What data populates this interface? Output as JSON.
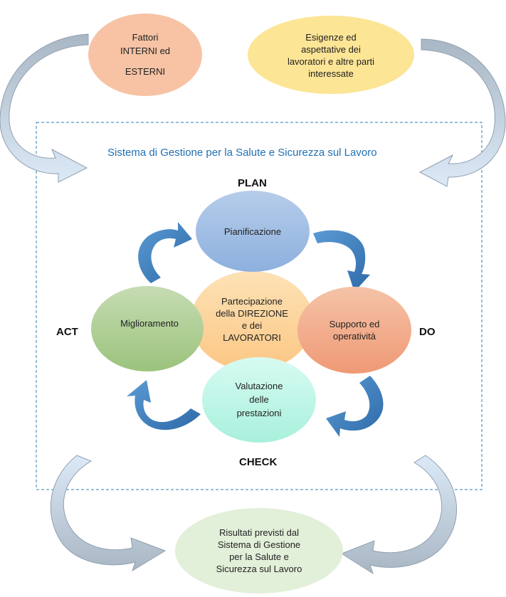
{
  "inputs": {
    "left": [
      "Fattori",
      "INTERNI ed",
      "ESTERNI"
    ],
    "right": [
      "Esigenze ed",
      "aspettative dei",
      "lavoratori e altre parti",
      "interessate"
    ]
  },
  "system_title": "Sistema di Gestione per la Salute e Sicurezza sul Lavoro",
  "phases": {
    "plan": "PLAN",
    "do": "DO",
    "check": "CHECK",
    "act": "ACT"
  },
  "nodes": {
    "plan": [
      "Pianificazione"
    ],
    "do": [
      "Supporto ed",
      "operatività"
    ],
    "check": [
      "Valutazione",
      "delle",
      "prestazioni"
    ],
    "act": [
      "Miglioramento"
    ],
    "center": [
      "Partecipazione",
      "della DIREZIONE",
      "e dei",
      "LAVORATORI"
    ]
  },
  "output": [
    "Risultati previsti dal",
    "Sistema di Gestione",
    "per la Salute e",
    "Sicurezza sul Lavoro"
  ],
  "colors": {
    "left_input": "#f7c3a4",
    "right_input": "#fde596",
    "output": "#e2efd9",
    "frame": "#2f7cb0",
    "title": "#1f6fb4",
    "cycle_arrow": "#3f7fc1"
  }
}
